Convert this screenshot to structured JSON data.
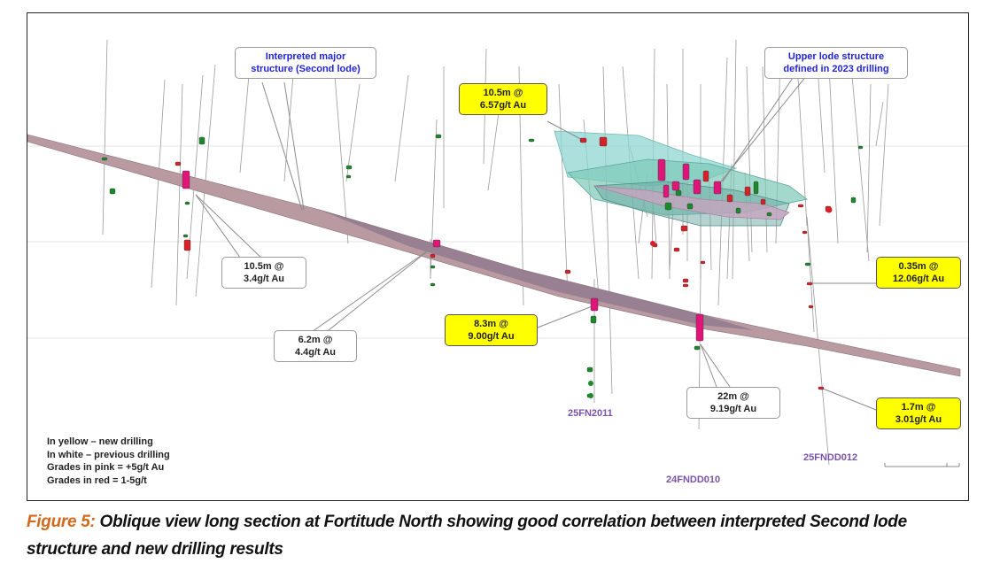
{
  "figure": {
    "caption_prefix": "Figure 5:",
    "caption_text": " Oblique view long section at Fortitude North showing good correlation between interpreted Second lode structure and new drilling results"
  },
  "callouts": {
    "interpreted_structure": {
      "line1": "Interpreted major",
      "line2": "structure (Second lode)",
      "color": "#2222dd"
    },
    "upper_lode": {
      "line1": "Upper lode structure",
      "line2": "defined in 2023 drilling",
      "color": "#2222dd"
    },
    "c_10_5_6_57": {
      "line1": "10.5m @",
      "line2": "6.57g/t Au",
      "type": "new"
    },
    "c_10_5_3_4": {
      "line1": "10.5m @",
      "line2": "3.4g/t Au",
      "type": "previous"
    },
    "c_6_2_4_4": {
      "line1": "6.2m @",
      "line2": "4.4g/t Au",
      "type": "previous"
    },
    "c_8_3_9_00": {
      "line1": "8.3m @",
      "line2": "9.00g/t Au",
      "type": "new"
    },
    "c_22_9_19": {
      "line1": "22m @",
      "line2": "9.19g/t Au",
      "type": "previous"
    },
    "c_0_35_12_06": {
      "line1": "0.35m @",
      "line2": "12.06g/t Au",
      "type": "new"
    },
    "c_1_7_3_01": {
      "line1": "1.7m @",
      "line2": "3.01g/t Au",
      "type": "new"
    }
  },
  "hole_labels": {
    "h1": "25FN2011",
    "h2": "24FNDD010",
    "h3": "25FNDD012"
  },
  "legend": {
    "line1": "In yellow – new drilling",
    "line2": "In white – previous drilling",
    "line3": "Grades in pink = +5g/t Au",
    "line4": "Grades in red = 1-5g/t"
  },
  "colors": {
    "new_drilling": "#ffff00",
    "previous_drilling": "#ffffff",
    "grade_high": "#e0157a",
    "grade_mid": "#d8202a",
    "low_grade": "#1a8a2a",
    "second_lode_plane": "#b89aa0",
    "upper_lode_plane": "#8fd6d2"
  }
}
